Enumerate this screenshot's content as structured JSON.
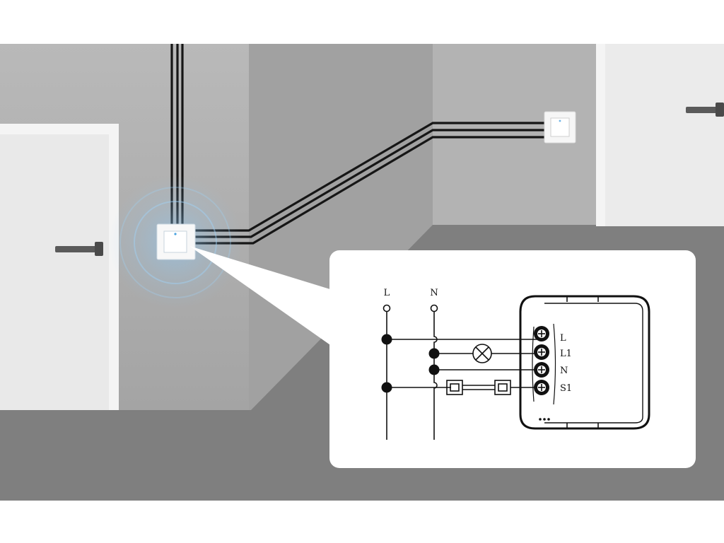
{
  "diagram": {
    "supply_labels": {
      "live": "L",
      "neutral": "N"
    },
    "terminal_labels": [
      "L",
      "L1",
      "N",
      "S1"
    ]
  },
  "scene": {
    "wall_color": "#a9a9a9",
    "floor_color": "#7f7f7f",
    "door_color": "#f1f1f1",
    "switch_glow_color": "#8ec9f5"
  },
  "icons": [
    "door-handle-icon",
    "wall-switch-icon",
    "lamp-icon",
    "screw-terminal-icon",
    "smart-relay-module-icon"
  ]
}
